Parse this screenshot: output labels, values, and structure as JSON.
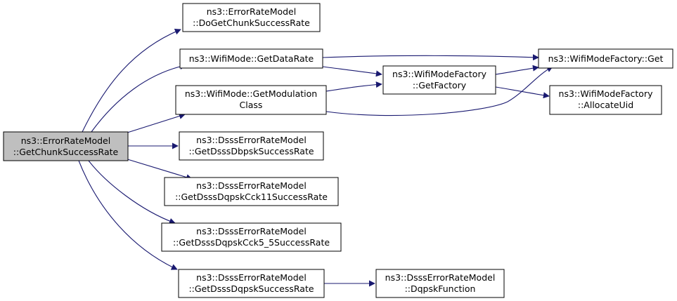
{
  "nodes": {
    "root": {
      "lines": [
        "ns3::ErrorRateModel",
        "::GetChunkSuccessRate"
      ]
    },
    "do_get_chunk": {
      "lines": [
        "ns3::ErrorRateModel",
        "::DoGetChunkSuccessRate"
      ]
    },
    "get_data_rate": {
      "lines": [
        "ns3::WifiMode::GetDataRate"
      ]
    },
    "get_mod_class": {
      "lines": [
        "ns3::WifiMode::GetModulation",
        "Class"
      ]
    },
    "dbpsk": {
      "lines": [
        "ns3::DsssErrorRateModel",
        "::GetDsssDbpskSuccessRate"
      ]
    },
    "cck11": {
      "lines": [
        "ns3::DsssErrorRateModel",
        "::GetDsssDqpskCck11SuccessRate"
      ]
    },
    "cck55": {
      "lines": [
        "ns3::DsssErrorRateModel",
        "::GetDsssDqpskCck5_5SuccessRate"
      ]
    },
    "dqpsk": {
      "lines": [
        "ns3::DsssErrorRateModel",
        "::GetDsssDqpskSuccessRate"
      ]
    },
    "get_factory": {
      "lines": [
        "ns3::WifiModeFactory",
        "::GetFactory"
      ]
    },
    "factory_get": {
      "lines": [
        "ns3::WifiModeFactory::Get"
      ]
    },
    "allocate_uid": {
      "lines": [
        "ns3::WifiModeFactory",
        "::AllocateUid"
      ]
    },
    "dqpsk_function": {
      "lines": [
        "ns3::DsssErrorRateModel",
        "::DqpskFunction"
      ]
    }
  },
  "colors": {
    "edge": "#191970",
    "root_fill": "#bfbfbf",
    "node_fill": "#ffffff"
  }
}
